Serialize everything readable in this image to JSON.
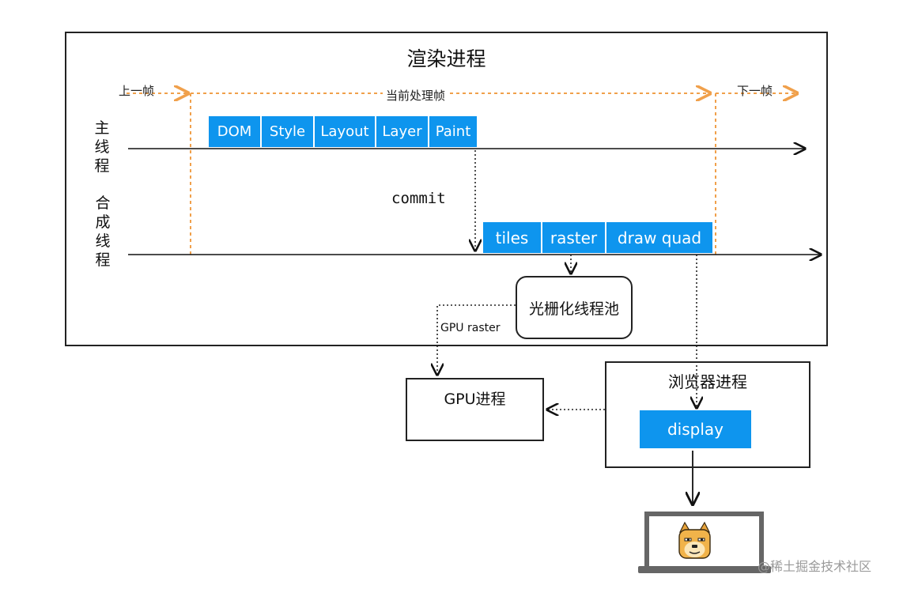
{
  "title": "渲染进程",
  "frames": {
    "prev": "上一帧",
    "current": "当前处理帧",
    "next": "下一帧"
  },
  "threads": {
    "main": "主线程",
    "compositor": "合成线程"
  },
  "main_thread_steps": [
    "DOM",
    "Style",
    "Layout",
    "Layer",
    "Paint"
  ],
  "commit_label": "commit",
  "compositor_steps": [
    "tiles",
    "raster",
    "draw quad"
  ],
  "raster_pool": "光栅化线程池",
  "gpu_raster_label": "GPU raster",
  "gpu_process": "GPU进程",
  "browser_process": "浏览器进程",
  "display_label": "display",
  "watermark": "@稀土掘金技术社区",
  "colors": {
    "block_blue": "#0e95ee",
    "frame_orange": "#f0a04b",
    "line": "#111111"
  },
  "icons": {
    "screen": "laptop-icon",
    "avatar": "doge-icon"
  }
}
